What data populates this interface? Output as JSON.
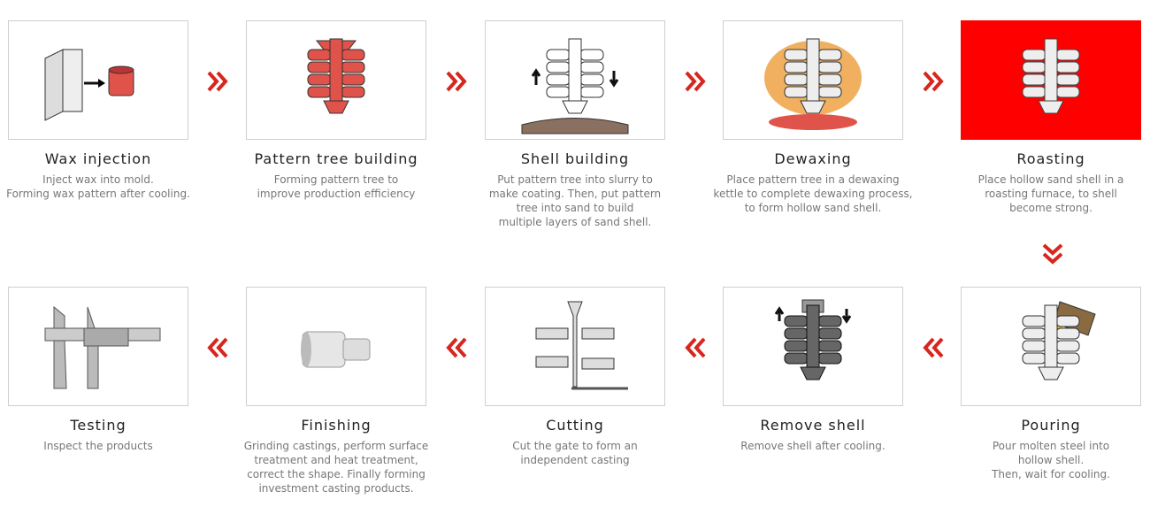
{
  "colors": {
    "accent": "#d7261e",
    "roasting_bg": "#ff0000",
    "wax": "#e0534a"
  },
  "steps": [
    {
      "title": "Wax injection",
      "desc": "Inject wax into mold.\nForming wax pattern after cooling.",
      "icon": "wax-injection-mold-icon"
    },
    {
      "title": "Pattern tree building",
      "desc": "Forming pattern tree to\nimprove production efficiency",
      "icon": "pattern-tree-icon"
    },
    {
      "title": "Shell building",
      "desc": "Put pattern tree into slurry to\nmake coating. Then, put pattern\ntree into sand to build\nmultiple layers of sand shell.",
      "icon": "shell-building-icon"
    },
    {
      "title": "Dewaxing",
      "desc": "Place pattern tree in a dewaxing\nkettle to complete dewaxing process,\nto form hollow sand shell.",
      "icon": "dewaxing-icon"
    },
    {
      "title": "Roasting",
      "desc": "Place hollow sand shell in a\nroasting furnace, to shell\nbecome strong.",
      "icon": "roasting-icon"
    },
    {
      "title": "Pouring",
      "desc": "Pour molten steel into\nhollow shell.\nThen, wait for cooling.",
      "icon": "pouring-icon"
    },
    {
      "title": "Remove shell",
      "desc": "Remove shell after cooling.",
      "icon": "remove-shell-icon"
    },
    {
      "title": "Cutting",
      "desc": "Cut the gate to form an\nindependent casting",
      "icon": "cutting-icon"
    },
    {
      "title": "Finishing",
      "desc": "Grinding castings, perform surface\ntreatment and heat treatment,\ncorrect the shape. Finally forming\ninvestment casting products.",
      "icon": "finished-part-icon"
    },
    {
      "title": "Testing",
      "desc": "Inspect the products",
      "icon": "caliper-icon"
    }
  ]
}
